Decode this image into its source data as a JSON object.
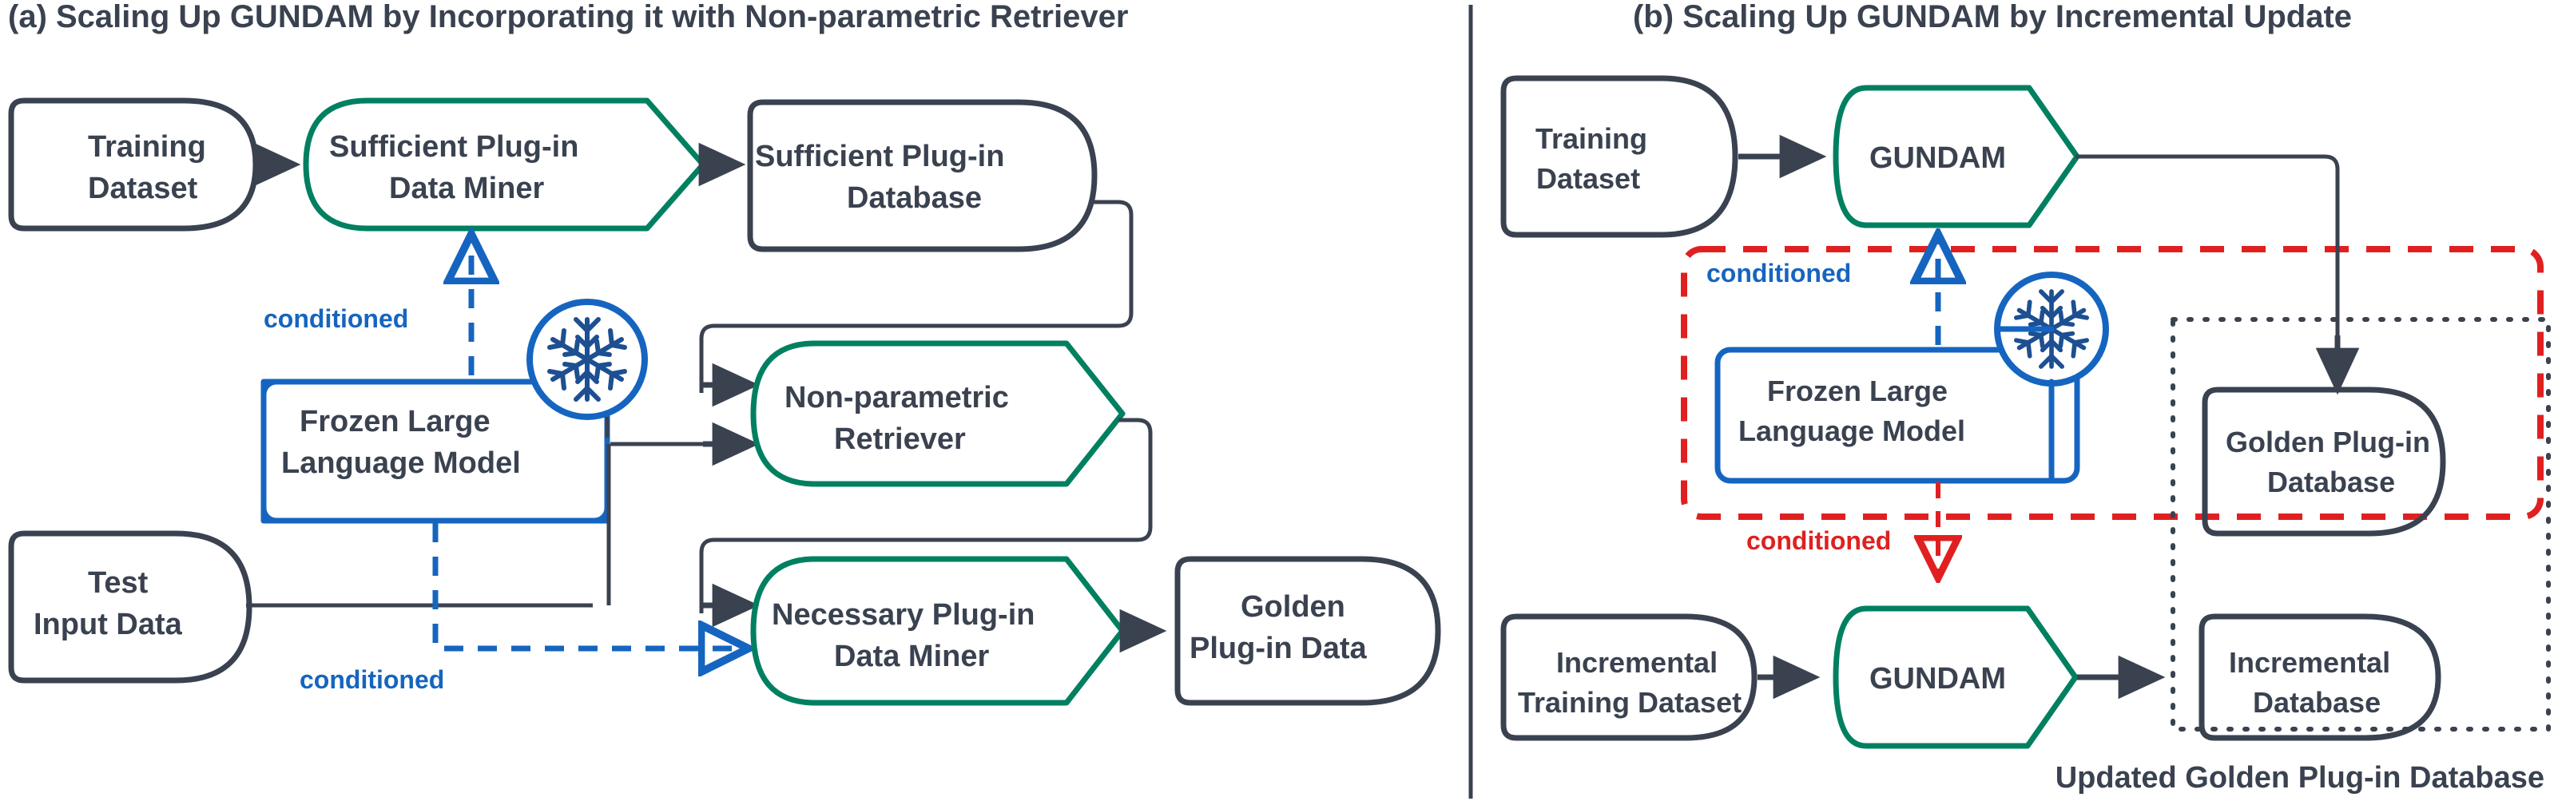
{
  "figure": {
    "panel_a_title": "(a) Scaling Up GUNDAM by Incorporating it with Non-parametric Retriever",
    "panel_b_title": "(b) Scaling Up GUNDAM by Incremental Update",
    "panel_b_caption": "Updated Golden Plug-in Database"
  },
  "colors": {
    "dark": "#3a4250",
    "teal": "#008060",
    "blue": "#1565c0",
    "snow_blue": "#1d4f91",
    "red": "#e02020",
    "background": "#ffffff"
  },
  "panel_a": {
    "nodes": [
      {
        "id": "training-dataset",
        "label_line1": "Training",
        "label_line2": "Dataset",
        "shape": "database",
        "color": "dark"
      },
      {
        "id": "sufficient-data-miner",
        "label_line1": "Sufficient Plug-in",
        "label_line2": "Data Miner",
        "shape": "process",
        "color": "teal"
      },
      {
        "id": "sufficient-database",
        "label_line1": "Sufficient Plug-in",
        "label_line2": "Database",
        "shape": "database",
        "color": "dark"
      },
      {
        "id": "frozen-llm",
        "label_line1": "Frozen Large",
        "label_line2": "Language Model",
        "shape": "rect",
        "color": "blue"
      },
      {
        "id": "nonparametric-retriever",
        "label_line1": "Non-parametric",
        "label_line2": "Retriever",
        "shape": "process",
        "color": "teal"
      },
      {
        "id": "test-input-data",
        "label_line1": "Test",
        "label_line2": "Input Data",
        "shape": "database",
        "color": "dark"
      },
      {
        "id": "necessary-data-miner",
        "label_line1": "Necessary Plug-in",
        "label_line2": "Data Miner",
        "shape": "process",
        "color": "teal"
      },
      {
        "id": "golden-plugin-data",
        "label_line1": "Golden",
        "label_line2": "Plug-in Data",
        "shape": "database",
        "color": "dark"
      }
    ],
    "edge_labels": [
      {
        "id": "conditioned-upper",
        "text": "conditioned",
        "color": "blue"
      },
      {
        "id": "conditioned-lower",
        "text": "conditioned",
        "color": "blue"
      }
    ],
    "icons": [
      {
        "id": "snowflake",
        "name": "snowflake-icon",
        "color": "blue"
      }
    ]
  },
  "panel_b": {
    "nodes": [
      {
        "id": "training-dataset-b",
        "label_line1": "Training",
        "label_line2": "Dataset",
        "shape": "database",
        "color": "dark"
      },
      {
        "id": "gundam-top",
        "label_line1": "GUNDAM",
        "label_line2": "",
        "shape": "process",
        "color": "teal"
      },
      {
        "id": "frozen-llm-b",
        "label_line1": "Frozen Large",
        "label_line2": "Language Model",
        "shape": "rect",
        "color": "blue"
      },
      {
        "id": "golden-plugin-database",
        "label_line1": "Golden Plug-in",
        "label_line2": "Database",
        "shape": "database",
        "color": "dark"
      },
      {
        "id": "incremental-training-dataset",
        "label_line1": "Incremental",
        "label_line2": "Training Dataset",
        "shape": "database",
        "color": "dark"
      },
      {
        "id": "gundam-bottom",
        "label_line1": "GUNDAM",
        "label_line2": "",
        "shape": "process",
        "color": "teal"
      },
      {
        "id": "incremental-database",
        "label_line1": "Incremental",
        "label_line2": "Database",
        "shape": "database",
        "color": "dark"
      }
    ],
    "edge_labels": [
      {
        "id": "conditioned-blue-b",
        "text": "conditioned",
        "color": "blue"
      },
      {
        "id": "conditioned-red-b",
        "text": "conditioned",
        "color": "red"
      }
    ],
    "icons": [
      {
        "id": "snowflake-b",
        "name": "snowflake-icon",
        "color": "blue"
      }
    ],
    "groups": [
      {
        "id": "red-dashed-group",
        "style": "dashed",
        "color": "red"
      },
      {
        "id": "dotted-group",
        "style": "dotted",
        "color": "dark",
        "caption": "Updated Golden Plug-in Database"
      }
    ]
  }
}
